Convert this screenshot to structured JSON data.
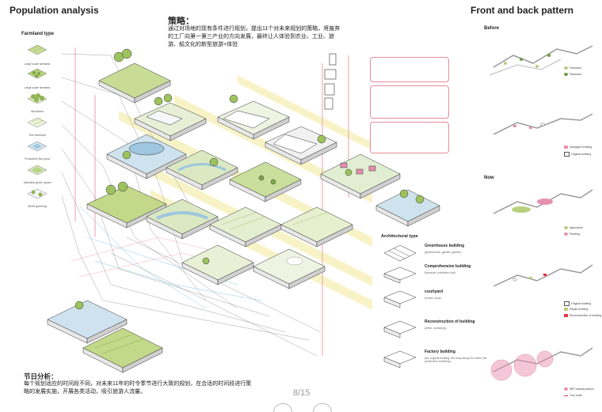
{
  "header": {
    "left_title": "Population analysis",
    "right_title": "Front and back pattern"
  },
  "strategy": {
    "title": "策略：",
    "body": "通过对场地的现有条件进行规划，提出11个对未来规划的策略，将废弃的工厂向第一第三产业的方向发展，最终让人体验到农业、工业、旅游、船文化的新型旅游+体验"
  },
  "farmland": {
    "title": "Farmland type",
    "items": [
      {
        "label": "Large scale farmland"
      },
      {
        "label": "Large scale farmland"
      },
      {
        "label": "Woodland"
      },
      {
        "label": "Tree farmland"
      },
      {
        "label": "Productive fish pond"
      },
      {
        "label": "Tableland green space"
      },
      {
        "label": "Street greening"
      }
    ]
  },
  "architecture": {
    "title": "Architectural type",
    "items": [
      {
        "label": "Greenhouse building",
        "sub": "(greenhouse, garden, garden)"
      },
      {
        "label": "Comprehensive building",
        "sub": "(Museum, exhibition hall)"
      },
      {
        "label": "courtyard",
        "sub": "(house, shop)"
      },
      {
        "label": "Reconstruction of building",
        "sub": "(office, workshop)"
      },
      {
        "label": "Factory building",
        "sub": "(the original building, the shop along the street, the production workshop)"
      }
    ]
  },
  "pattern": {
    "before_label": "Before",
    "now_label": "Now",
    "legend_before_1": [
      "Farmland",
      "Farmland"
    ],
    "legend_before_2": [
      "Damaged building",
      "Original building"
    ],
    "legend_now_1": [
      "Agriculture",
      "Planting"
    ],
    "legend_now_2": [
      "Original building",
      "Repair building",
      "Reconstruction of building"
    ],
    "legend_now_3": [
      "WiFi sharing station",
      "Tour route"
    ]
  },
  "festival": {
    "title": "节日分析：",
    "body": "每个规划适应的时间段不同，对未来11年的时令季节进行大致的规划，在合适的时间段进行策略的发展实施，开展各类活动，吸引旅游人流量。"
  },
  "pager": {
    "text": "8/15"
  },
  "colors": {
    "green": "#a9c76a",
    "dark_green": "#6f9a3c",
    "pink": "#e78b9a",
    "yellow": "#f3ea9a",
    "blue": "#9ec6de",
    "line": "#444444"
  }
}
